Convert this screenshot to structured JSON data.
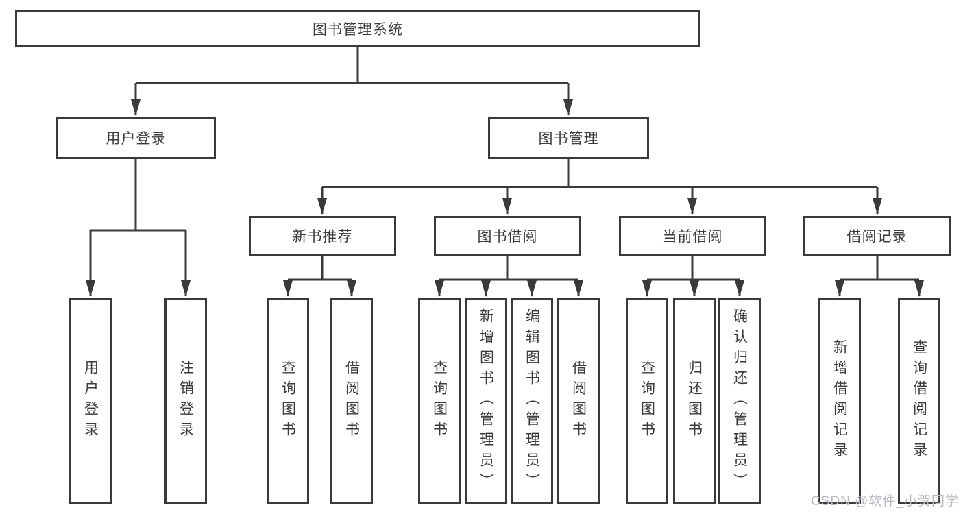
{
  "tree": {
    "root": "图书管理系统",
    "branches": [
      {
        "label": "用户登录",
        "children": [
          "用户登录",
          "注销登录"
        ]
      },
      {
        "label": "图书管理",
        "groups": [
          {
            "label": "新书推荐",
            "children": [
              "查询图书",
              "借阅图书"
            ]
          },
          {
            "label": "图书借阅",
            "children": [
              "查询图书",
              "新增图书（管理员）",
              "编辑图书（管理员）",
              "借阅图书"
            ]
          },
          {
            "label": "当前借阅",
            "children": [
              "查询图书",
              "归还图书",
              "确认归还（管理员）"
            ]
          },
          {
            "label": "借阅记录",
            "children": [
              "新增借阅记录",
              "查询借阅记录"
            ]
          }
        ]
      }
    ]
  },
  "watermark": "CSDN @软件_小贺同学",
  "colors": {
    "line": "#3a3a3a",
    "text": "#3b3b3b",
    "box_background": "#ffffff",
    "watermark": "#b5bbc1"
  }
}
